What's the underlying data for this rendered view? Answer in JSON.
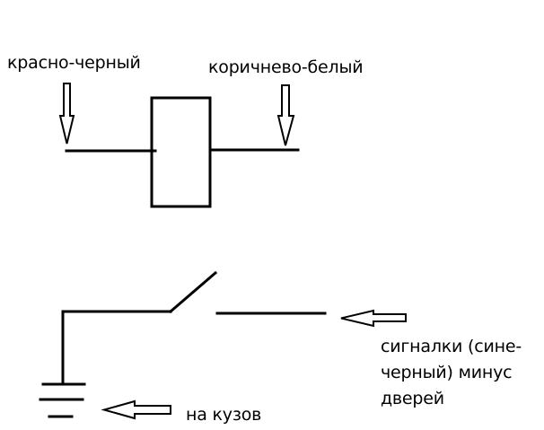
{
  "labels": {
    "red_black": "красно-черный",
    "brown_white": "коричнево-белый",
    "alarm_line1": "сигналки (сине-",
    "alarm_line2": "черный) минус",
    "alarm_line3": "дверей",
    "ground": "на кузов"
  },
  "colors": {
    "background": "#ffffff",
    "stroke": "#000000"
  }
}
